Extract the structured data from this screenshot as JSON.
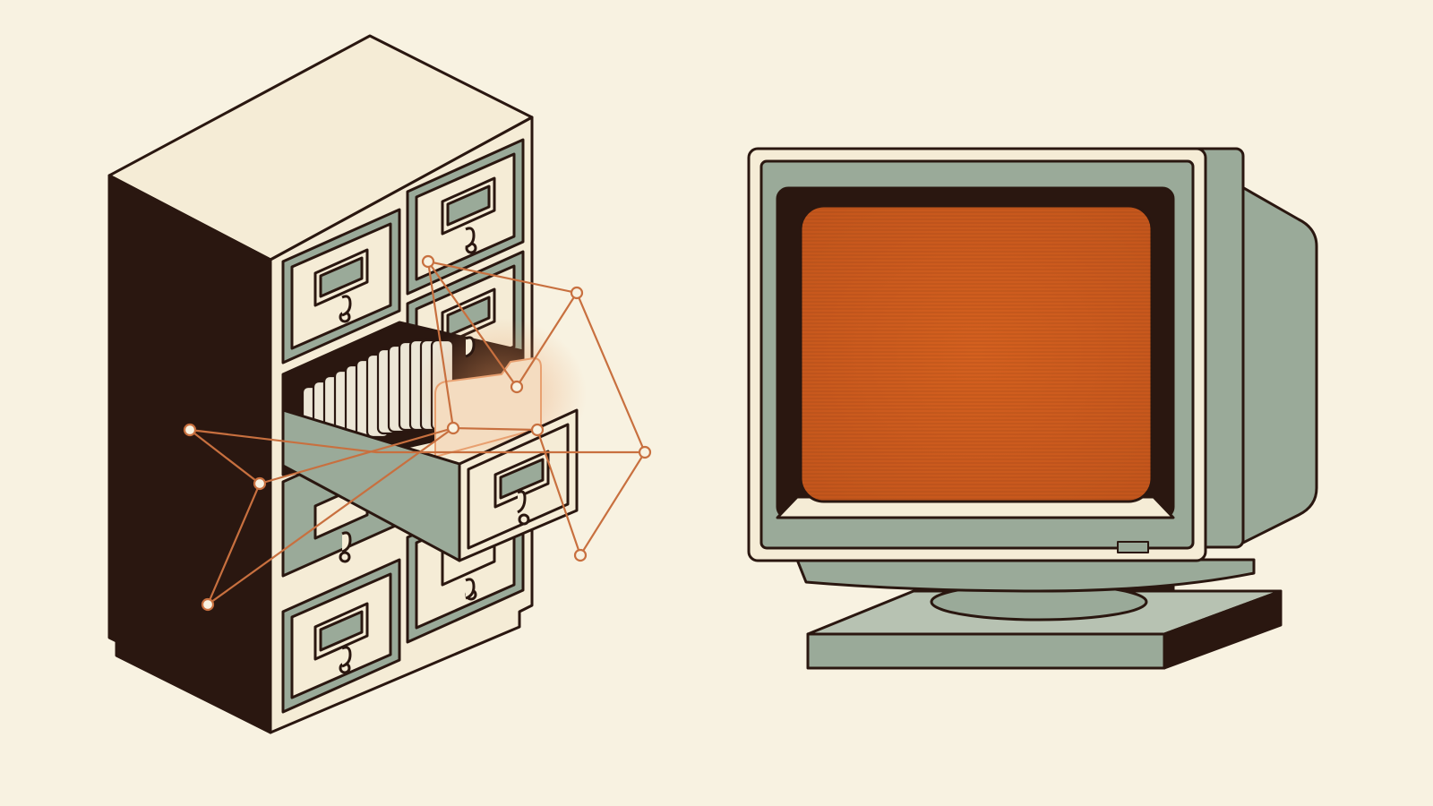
{
  "colors": {
    "background": "#f8f2e1",
    "ink": "#2a1710",
    "cream": "#f5ecd6",
    "sage": "#9aaa99",
    "sage_dark": "#7f8f80",
    "sage_light": "#b7c2b2",
    "orange": "#cf5a1f",
    "orange_line": "#c8703f",
    "card": "#ece6d6"
  },
  "icons": {
    "cabinet": "filing-cabinet-icon",
    "monitor": "crt-monitor-icon",
    "network": "network-graph-icon"
  },
  "cabinet": {
    "drawers_closed": 7,
    "drawers_open": 1,
    "cards_in_open_drawer": 13
  },
  "network": {
    "node_count": 10
  }
}
